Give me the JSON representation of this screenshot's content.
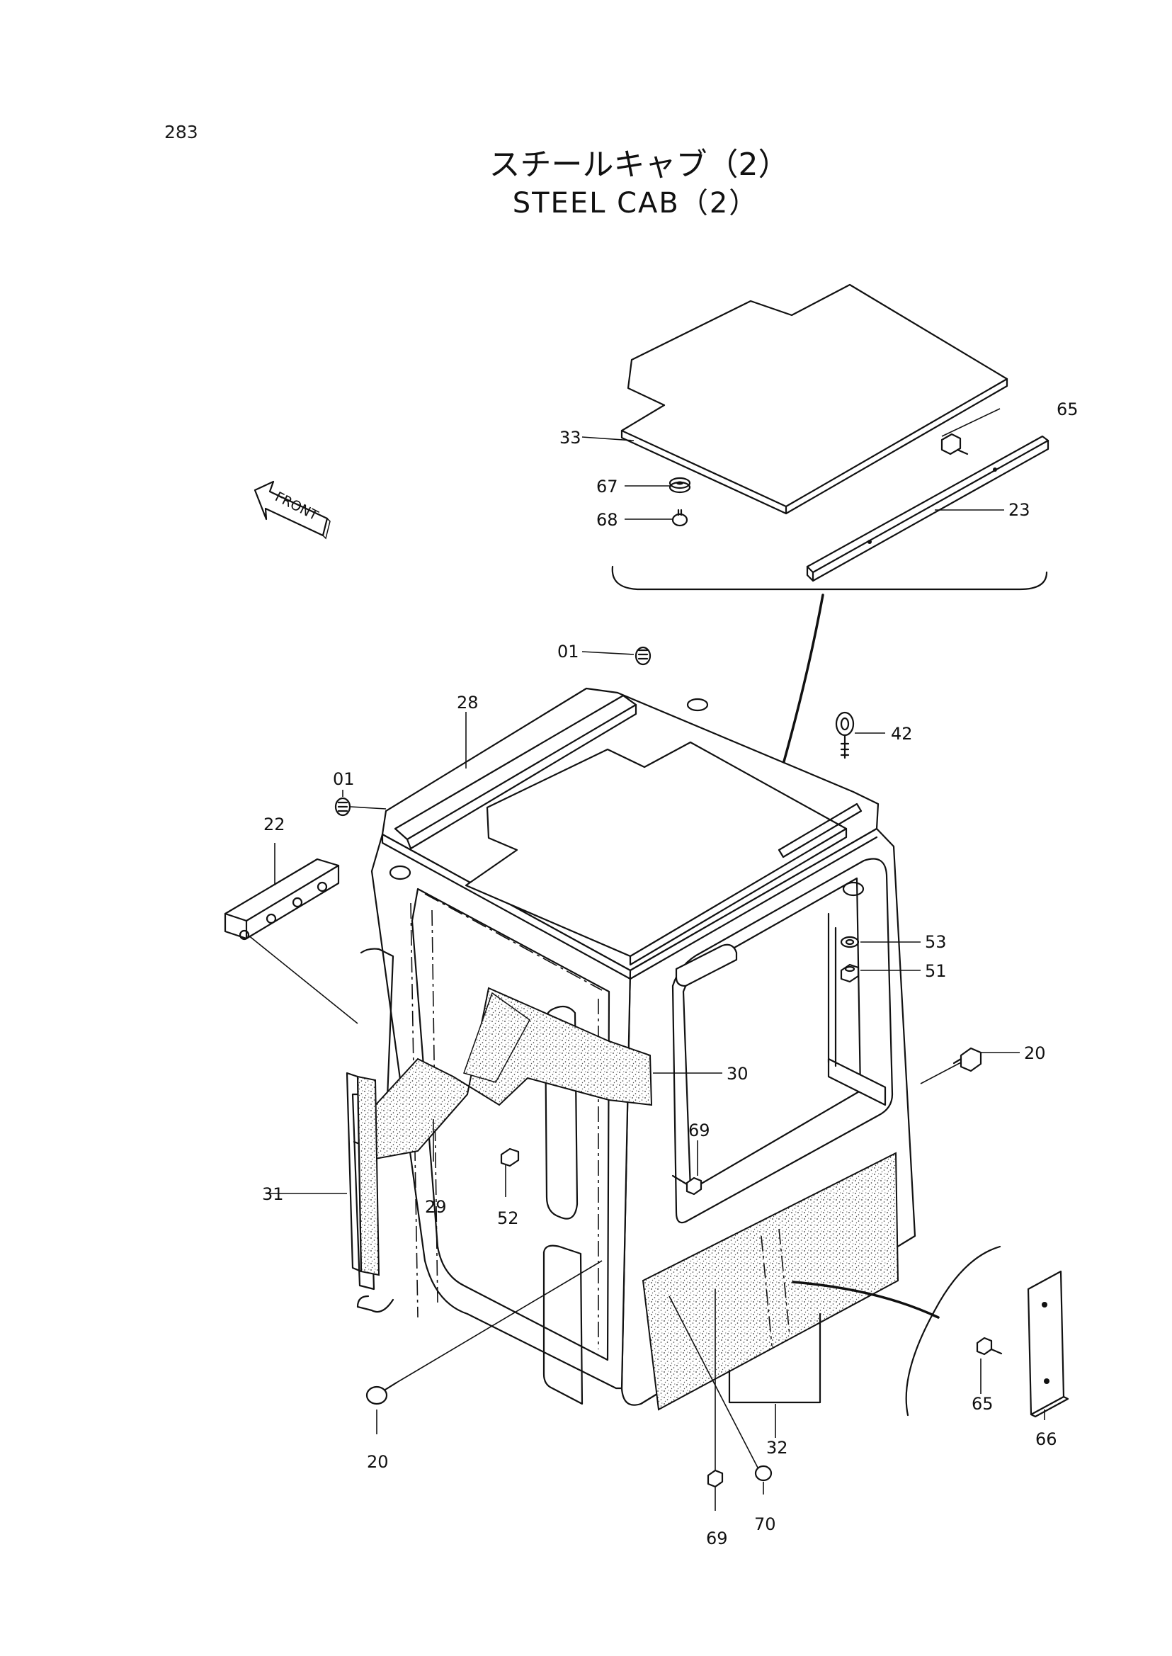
{
  "page": {
    "number": "283"
  },
  "title": {
    "japanese": "スチールキャブ（2）",
    "english": "STEEL CAB（2）"
  },
  "front_indicator": {
    "label": "FRONT"
  },
  "callouts": [
    {
      "id": "c65a",
      "text": "65"
    },
    {
      "id": "c33",
      "text": "33"
    },
    {
      "id": "c67",
      "text": "67"
    },
    {
      "id": "c68",
      "text": "68"
    },
    {
      "id": "c23",
      "text": "23"
    },
    {
      "id": "c01a",
      "text": "01"
    },
    {
      "id": "c28",
      "text": "28"
    },
    {
      "id": "c42",
      "text": "42"
    },
    {
      "id": "c01b",
      "text": "01"
    },
    {
      "id": "c22",
      "text": "22"
    },
    {
      "id": "c53",
      "text": "53"
    },
    {
      "id": "c51",
      "text": "51"
    },
    {
      "id": "c20a",
      "text": "20"
    },
    {
      "id": "c30",
      "text": "30"
    },
    {
      "id": "c69a",
      "text": "69"
    },
    {
      "id": "c31",
      "text": "31"
    },
    {
      "id": "c29",
      "text": "29"
    },
    {
      "id": "c52",
      "text": "52"
    },
    {
      "id": "c32",
      "text": "32"
    },
    {
      "id": "c65b",
      "text": "65"
    },
    {
      "id": "c66",
      "text": "66"
    },
    {
      "id": "c20b",
      "text": "20"
    },
    {
      "id": "c69b",
      "text": "69"
    },
    {
      "id": "c70",
      "text": "70"
    }
  ]
}
